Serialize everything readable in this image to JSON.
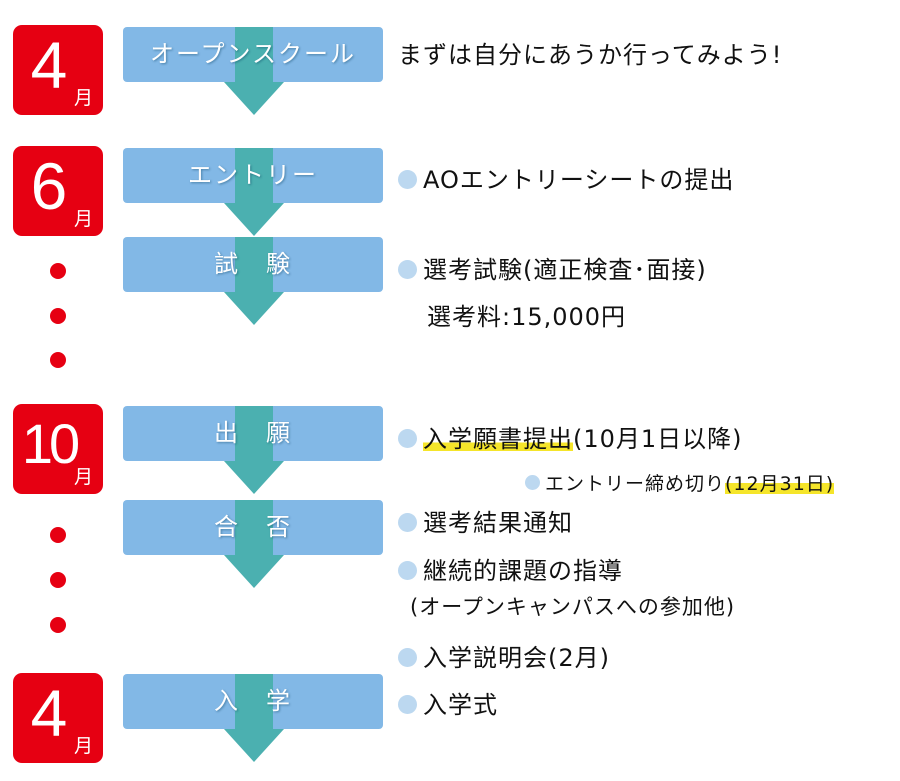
{
  "colors": {
    "month_badge": "#e60012",
    "step_box": "#82b8e6",
    "arrow": "#4bb0b0",
    "bullet": "#bcd8f0",
    "highlight": "#f5e52a"
  },
  "months": [
    {
      "number": "4",
      "unit": "月"
    },
    {
      "number": "6",
      "unit": "月"
    },
    {
      "number": "10",
      "unit": "月"
    },
    {
      "number": "4",
      "unit": "月"
    }
  ],
  "steps": [
    {
      "label": "オープンスクール"
    },
    {
      "label": "エントリー"
    },
    {
      "label": "試　験"
    },
    {
      "label": "出　願"
    },
    {
      "label": "合　否"
    },
    {
      "label": "入　学"
    }
  ],
  "descriptions": {
    "open_school": "まずは自分にあうか行ってみよう!",
    "entry_sheet": "AOエントリーシートの提出",
    "exam": "選考試験(適正検査･面接)",
    "exam_fee": "選考料:15,000円",
    "application_highlight": "入学願書提出",
    "application_rest": "(10月1日以降)",
    "entry_deadline_label": "エントリー締め切り",
    "entry_deadline_date": "(12月31日)",
    "result_notice": "選考結果通知",
    "continued_guidance": "継続的課題の指導",
    "continued_guidance_note": "(オープンキャンパスへの参加他)",
    "orientation": "入学説明会(2月)",
    "ceremony": "入学式"
  }
}
